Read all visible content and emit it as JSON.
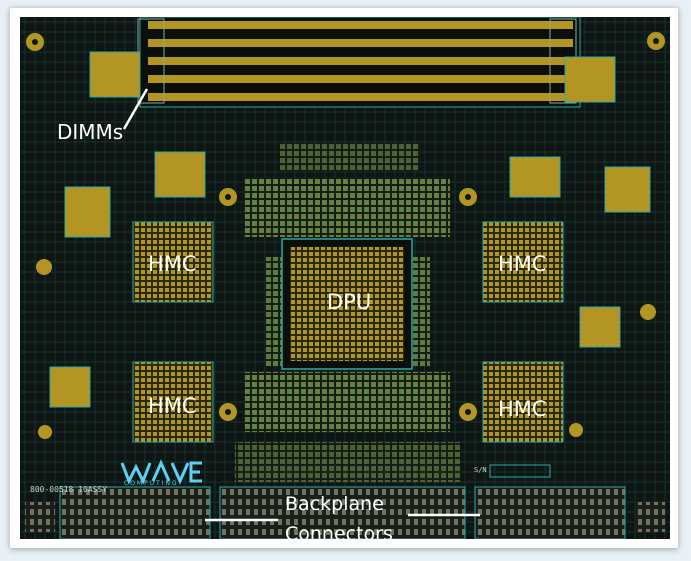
{
  "labels": {
    "dimms": "DIMMs",
    "hmc_top_left": "HMC",
    "hmc_top_right": "HMC",
    "hmc_bottom_left": "HMC",
    "hmc_bottom_right": "HMC",
    "dpu": "DPU",
    "backplane_line1": "Backplane",
    "backplane_line2": "Connectors"
  },
  "logo": {
    "name": "WAVE",
    "tagline": "COMPUTING"
  },
  "silkscreen": {
    "part_number": "800-00518 10ASSY",
    "sn": "S/N"
  },
  "colors": {
    "board": "#0e1512",
    "copper": "#b39524",
    "trace": "#2aa9a4",
    "label": "#ffffff"
  }
}
